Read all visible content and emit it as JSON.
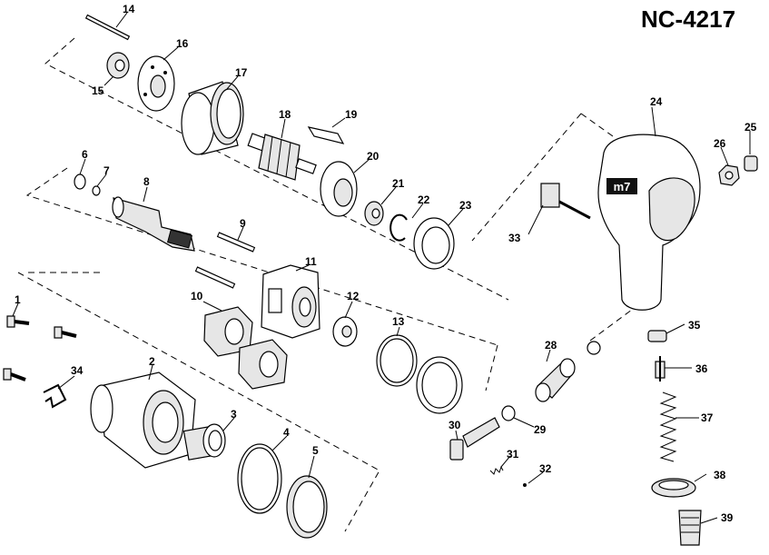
{
  "title": "NC-4217",
  "part_labels": {
    "p1": "1",
    "p2": "2",
    "p3": "3",
    "p4": "4",
    "p5": "5",
    "p6": "6",
    "p7": "7",
    "p8": "8",
    "p9": "9",
    "p10": "10",
    "p11": "11",
    "p12": "12",
    "p13": "13",
    "p14": "14",
    "p15": "15",
    "p16": "16",
    "p17": "17",
    "p18": "18",
    "p19": "19",
    "p20": "20",
    "p21": "21",
    "p22": "22",
    "p23": "23",
    "p24": "24",
    "p25": "25",
    "p26": "26",
    "p28": "28",
    "p29": "29",
    "p30": "30",
    "p31": "31",
    "p32": "32",
    "p33": "33",
    "p34": "34",
    "p35": "35",
    "p36": "36",
    "p37": "37",
    "p38": "38",
    "p39": "39"
  },
  "logo_text": "m7"
}
